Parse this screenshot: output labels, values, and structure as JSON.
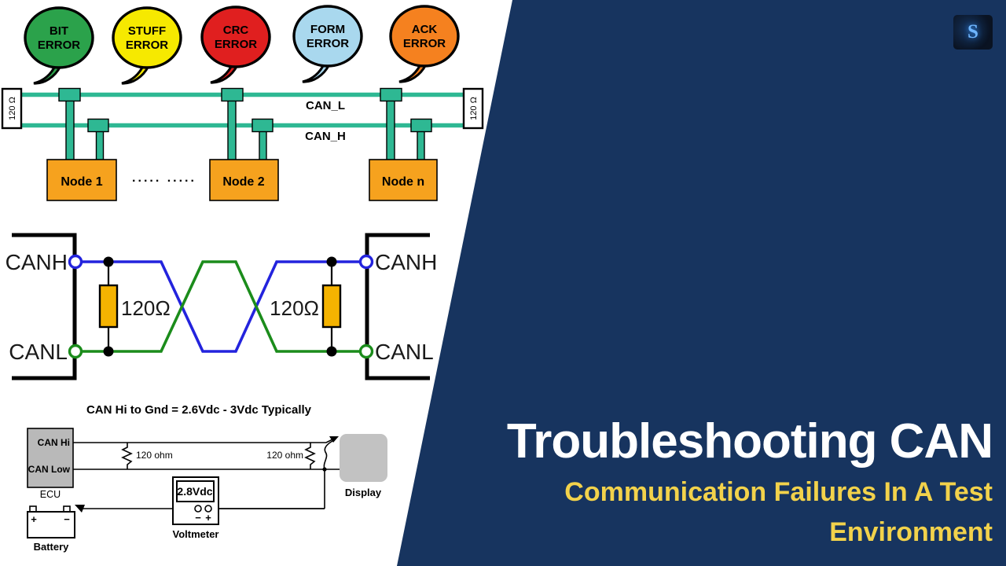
{
  "title_panel": {
    "title": "Troubleshooting CAN",
    "subtitle_line1": "Communication Failures In A Test",
    "subtitle_line2": "Environment",
    "logo_text": "S",
    "colors": {
      "background": "#17345f",
      "title": "#ffffff",
      "subtitle": "#f2d24b"
    }
  },
  "bus_diagram": {
    "error_bubbles": [
      {
        "line1": "BIT",
        "line2": "ERROR",
        "color": "#2ba24b"
      },
      {
        "line1": "STUFF",
        "line2": "ERROR",
        "color": "#f6e900"
      },
      {
        "line1": "CRC",
        "line2": "ERROR",
        "color": "#e01f1f"
      },
      {
        "line1": "FORM",
        "line2": "ERROR",
        "color": "#a9d8ee"
      },
      {
        "line1": "ACK",
        "line2": "ERROR",
        "color": "#f5811f"
      }
    ],
    "bus_lines": {
      "top": "CAN_L",
      "bottom": "CAN_H"
    },
    "terminators": {
      "left": "120 Ω",
      "right": "120 Ω"
    },
    "nodes": [
      "Node 1",
      "Node 2",
      "Node n"
    ],
    "ellipsis": "..... .....",
    "colors": {
      "wire": "#2eb893",
      "node_fill": "#f6a21e"
    }
  },
  "termination_diagram": {
    "left_labels": {
      "top": "CANH",
      "bottom": "CANL"
    },
    "right_labels": {
      "top": "CANH",
      "bottom": "CANL"
    },
    "resistor_left": "120Ω",
    "resistor_right": "120Ω",
    "colors": {
      "canh_wire": "#2323dd",
      "canl_wire": "#1b8c1b",
      "resistor": "#f5b301"
    }
  },
  "measurement_diagram": {
    "title": "CAN Hi to Gnd = 2.6Vdc - 3Vdc Typically",
    "ecu": {
      "caption": "ECU",
      "pin_top": "CAN Hi",
      "pin_bottom": "CAN Low"
    },
    "resistor_left": "120 ohm",
    "resistor_right": "120 ohm",
    "display_caption": "Display",
    "voltmeter": {
      "caption": "Voltmeter",
      "reading": "2.8Vdc",
      "minus": "−",
      "plus": "+"
    },
    "battery": {
      "caption": "Battery",
      "plus": "+",
      "minus": "−"
    }
  }
}
